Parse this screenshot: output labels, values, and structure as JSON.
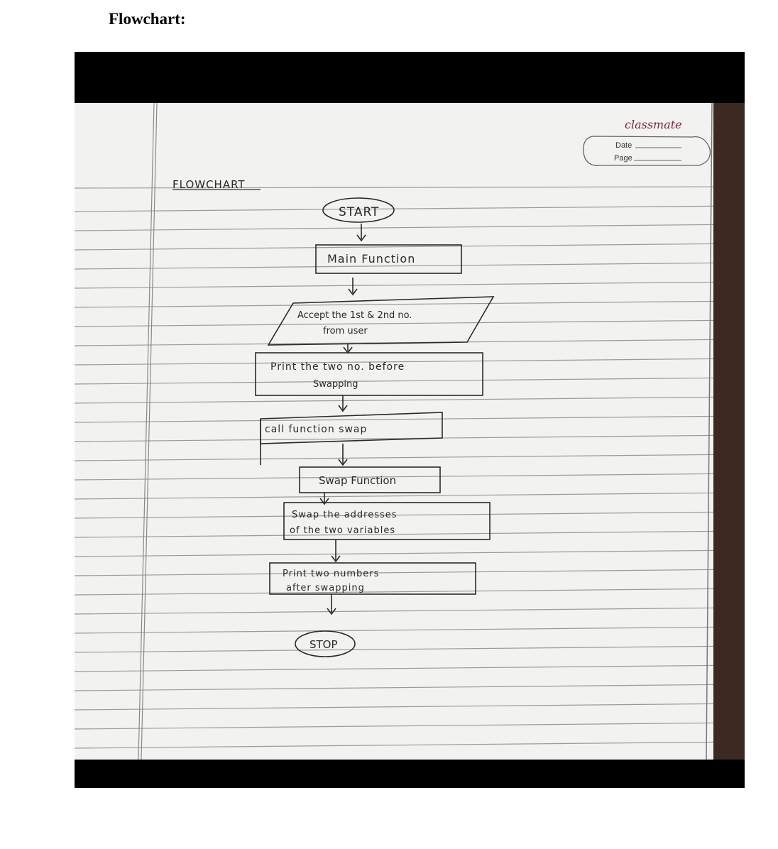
{
  "heading": "Flowchart:",
  "notebook": {
    "brand": "classmate",
    "date_label": "Date",
    "page_label": "Page",
    "title": "FLOWCHART"
  },
  "flowchart": {
    "start": "START",
    "main_function": "Main Function",
    "accept_line1": "Accept the 1st & 2nd no.",
    "accept_line2": "from user",
    "print_before_line1": "Print the two no. before",
    "print_before_line2": "Swapping",
    "call_swap": "call function swap",
    "swap_function": "Swap Function",
    "swap_addresses_line1": "Swap the addresses",
    "swap_addresses_line2": "of the two variables",
    "print_after_line1": "Print two numbers",
    "print_after_line2": "after swapping",
    "stop": "STOP"
  }
}
